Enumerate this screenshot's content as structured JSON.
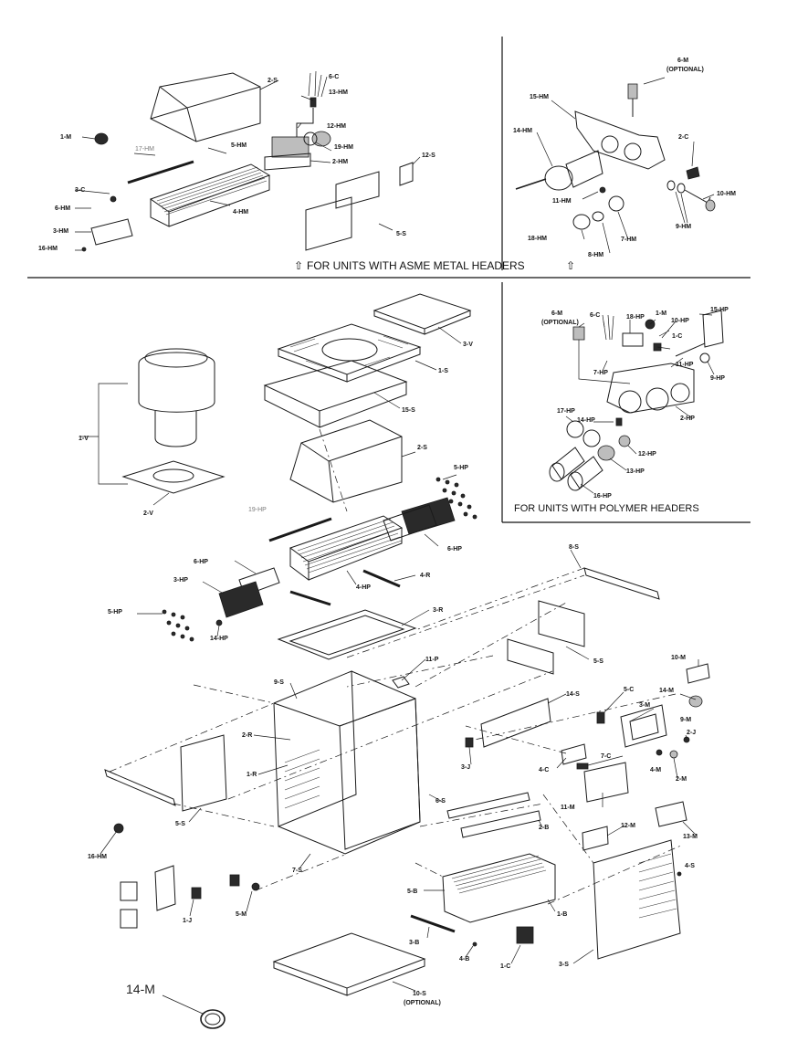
{
  "sections": {
    "asme_caption": "FOR UNITS WITH ASME METAL HEADERS",
    "polymer_caption": "FOR UNITS WITH POLYMER HEADERS",
    "arrow_glyph": "⇧"
  },
  "labels": {
    "asme_left": [
      "2-S",
      "6-C",
      "13-HM",
      "12-HM",
      "1-M",
      "17-HM",
      "5-HM",
      "19-HM",
      "2-HM",
      "12-S",
      "3-C",
      "6-HM",
      "4-HM",
      "3-HM",
      "16-HM",
      "5-S"
    ],
    "asme_right": [
      "6-M",
      "(OPTIONAL)",
      "15-HM",
      "2-C",
      "14-HM",
      "10-HM",
      "11-HM",
      "9-HM",
      "18-HM",
      "7-HM",
      "8-HM"
    ],
    "polymer": [
      "6-M",
      "(OPTIONAL)",
      "6-C",
      "18-HP",
      "1-M",
      "10-HP",
      "15-HP",
      "1-C",
      "7-HP",
      "11-HP",
      "9-HP",
      "17-HP",
      "14-HP",
      "2-HP",
      "12-HP",
      "13-HP",
      "16-HP"
    ],
    "main": [
      "3-V",
      "1-S",
      "15-S",
      "1-V",
      "2-S",
      "5-HP",
      "2-V",
      "19-HP",
      "6-HP",
      "6-HP",
      "4-HP",
      "4-R",
      "3-HP",
      "8-S",
      "5-HP",
      "14-HP",
      "3-R",
      "5-S",
      "11-P",
      "10-M",
      "9-S",
      "14-M",
      "14-S",
      "5-C",
      "3-M",
      "9-M",
      "2-R",
      "2-J",
      "1-R",
      "3-J",
      "4-C",
      "7-C",
      "4-M",
      "2-M",
      "11-M",
      "6-S",
      "2-B",
      "12-M",
      "13-M",
      "5-S",
      "16-HM",
      "7-S",
      "4-S",
      "5-B",
      "1-J",
      "5-M",
      "1-B",
      "3-B",
      "4-B",
      "1-C",
      "3-S",
      "10-S",
      "(OPTIONAL)"
    ],
    "callout": "14-M"
  }
}
